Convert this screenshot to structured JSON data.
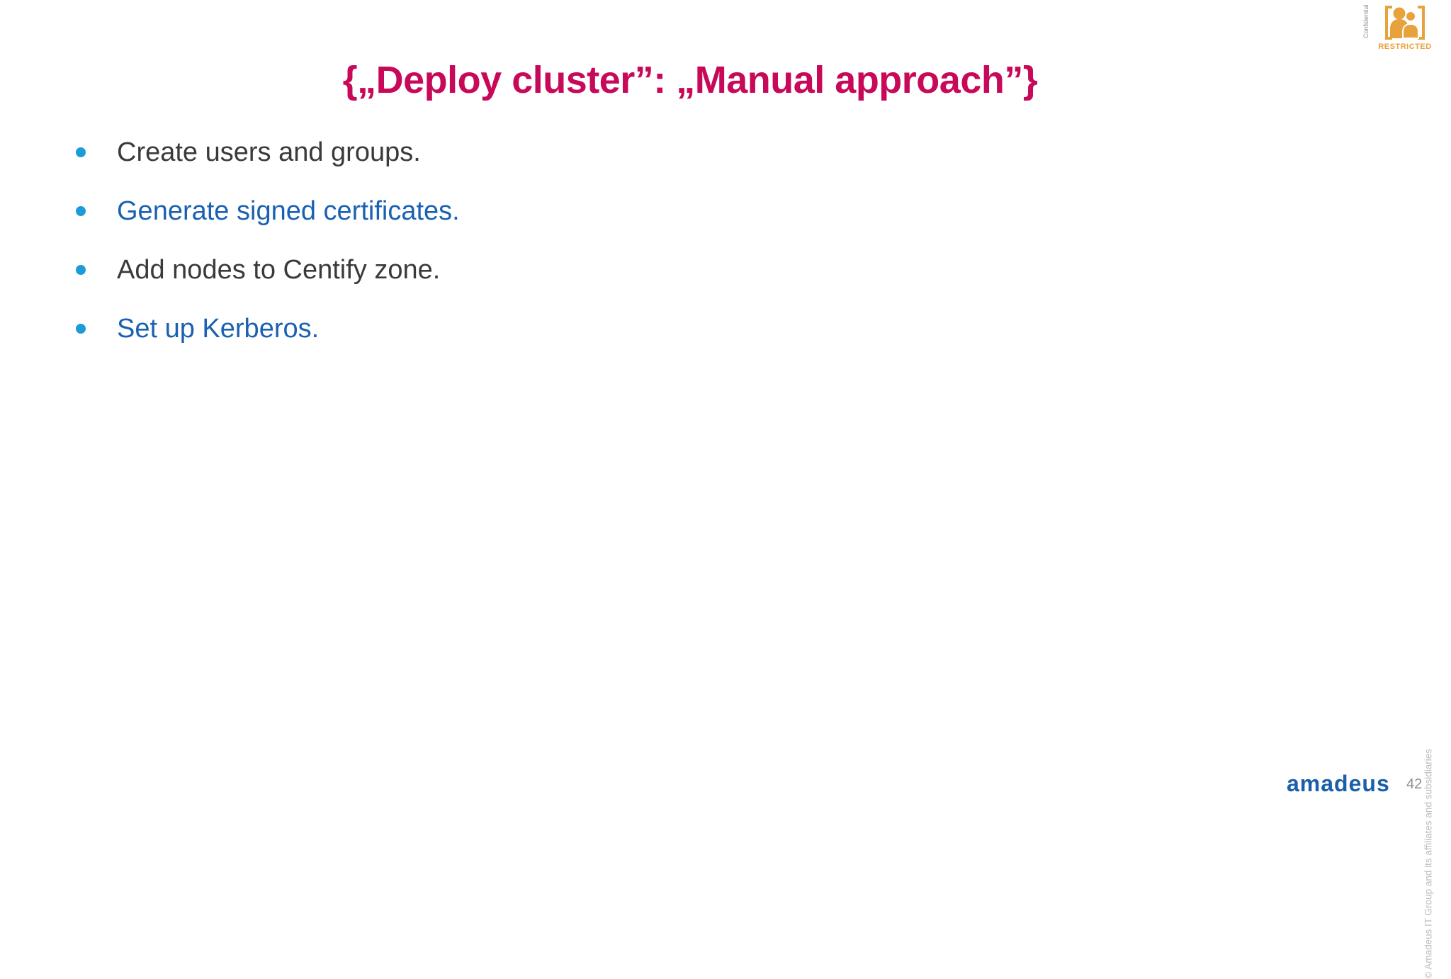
{
  "slide": {
    "title": "{„Deploy cluster”: „Manual approach”}",
    "title_color": "#c8095a",
    "bullets": [
      {
        "text": "Create users and groups.",
        "color": "#3a3a3a"
      },
      {
        "text": "Generate signed certificates.",
        "color": "#1b61b2"
      },
      {
        "text": "Add nodes to Centify zone.",
        "color": "#3a3a3a"
      },
      {
        "text": "Set up Kerberos.",
        "color": "#1b61b2"
      }
    ],
    "bullet_dot_color": "#1b9cd8"
  },
  "classification": {
    "vertical_label": "Confidential",
    "badge_label": "RESTRICTED",
    "accent_color": "#e8a23b",
    "icon": "people-group-icon"
  },
  "sidebar_note": {
    "copyright": "© Amadeus IT Group and its affiliates and subsidiaries"
  },
  "footer": {
    "logo_text": "amadeus",
    "logo_color": "#1b5faa",
    "page_number": "42"
  }
}
